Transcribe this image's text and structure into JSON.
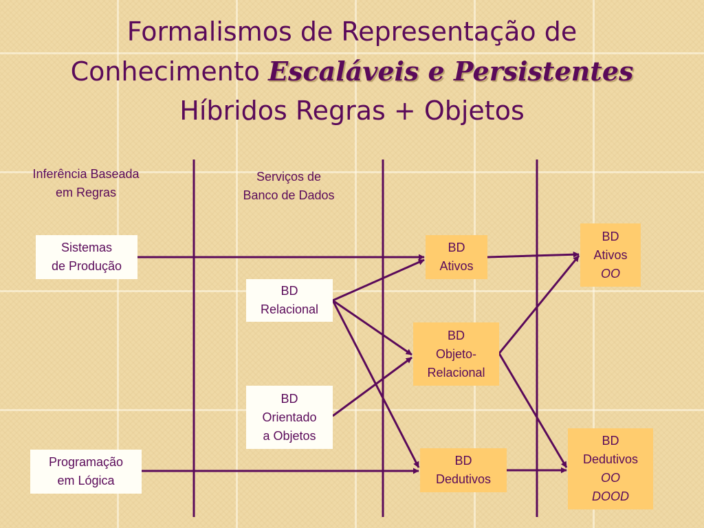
{
  "title": {
    "line1": "Formalismos de Representação de",
    "line2_prefix": "Conhecimento ",
    "line2_emphasis": "Escaláveis e Persistentes",
    "line3": "Híbridos Regras + Objetos"
  },
  "column_headers": {
    "inference": [
      "Inferência Baseada",
      "em Regras"
    ],
    "db_services": [
      "Serviços de",
      "Banco de Dados"
    ]
  },
  "nodes": {
    "sistemas_producao": [
      "Sistemas",
      "de Produção"
    ],
    "programacao_logica": [
      "Programação",
      "em Lógica"
    ],
    "bd_relacional": [
      "BD",
      "Relacional"
    ],
    "bd_orientado_objetos": [
      "BD",
      "Orientado",
      "a Objetos"
    ],
    "bd_ativos": [
      "BD",
      "Ativos"
    ],
    "bd_objeto_relacional": [
      "BD",
      "Objeto-",
      "Relacional"
    ],
    "bd_dedutivos": [
      "BD",
      "Dedutivos"
    ],
    "bd_ativos_oo": [
      "BD",
      "Ativos",
      "OO"
    ],
    "bd_dedutivos_oo": [
      "BD",
      "Dedutivos",
      "OO",
      "DOOD"
    ]
  },
  "colors": {
    "text": "#5a0a5a",
    "arrow": "#5a0a5a",
    "white_box": "#fffef6",
    "orange_box": "#ffcc6e",
    "background": "#efd9a6"
  }
}
